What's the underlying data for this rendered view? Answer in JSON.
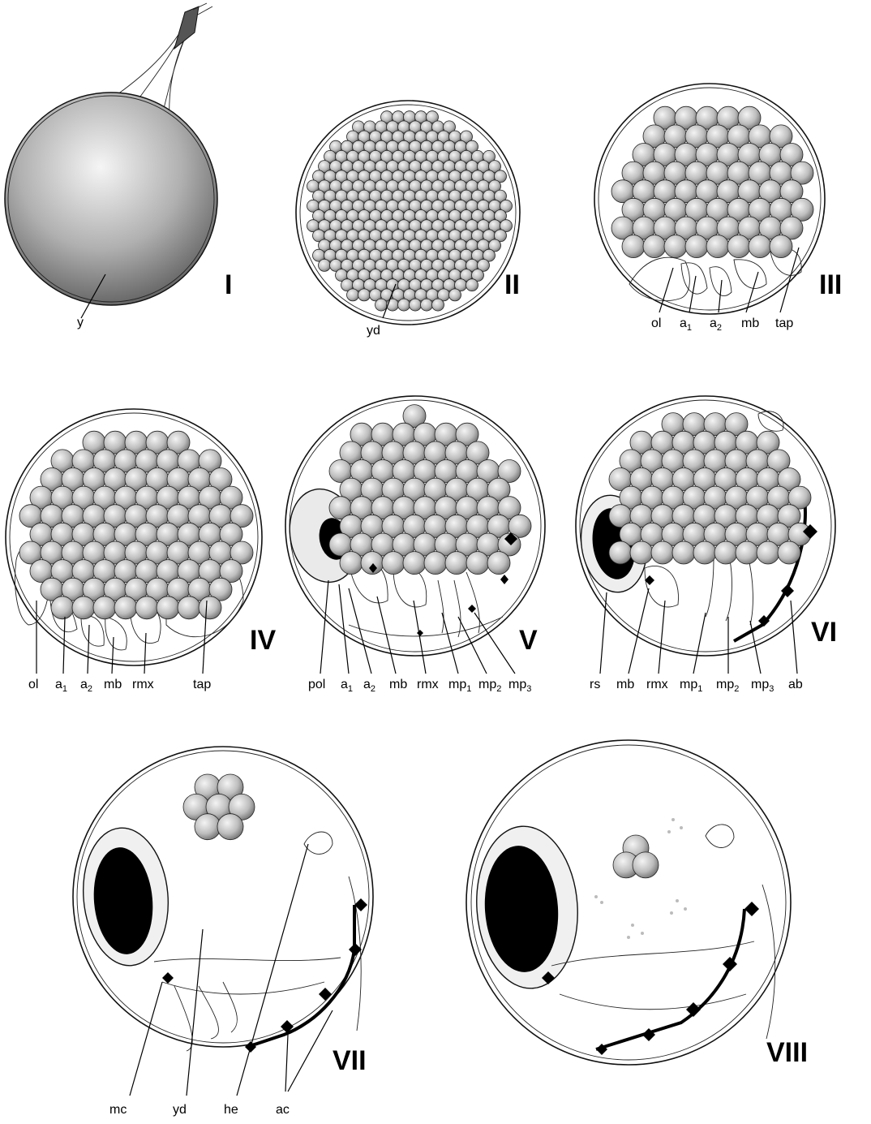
{
  "stages": [
    {
      "id": "I",
      "labels": [
        "y"
      ]
    },
    {
      "id": "II",
      "labels": [
        "yd"
      ]
    },
    {
      "id": "III",
      "labels": [
        "ol",
        "a1",
        "a2",
        "mb",
        "tap"
      ]
    },
    {
      "id": "IV",
      "labels": [
        "ol",
        "a1",
        "a2",
        "mb",
        "rmx",
        "tap"
      ]
    },
    {
      "id": "V",
      "labels": [
        "pol",
        "a1",
        "a2",
        "mb",
        "rmx",
        "mp1",
        "mp2",
        "mp3"
      ]
    },
    {
      "id": "VI",
      "labels": [
        "rs",
        "mb",
        "rmx",
        "mp1",
        "mp2",
        "mp3",
        "ab"
      ]
    },
    {
      "id": "VII",
      "labels": [
        "mc",
        "yd",
        "he",
        "ac"
      ]
    },
    {
      "id": "VIII",
      "labels": []
    }
  ],
  "colors": {
    "ink": "#000000",
    "yolk_light": "#f2f2f2",
    "yolk_dark": "#6a6a6a",
    "paper": "#ffffff"
  }
}
